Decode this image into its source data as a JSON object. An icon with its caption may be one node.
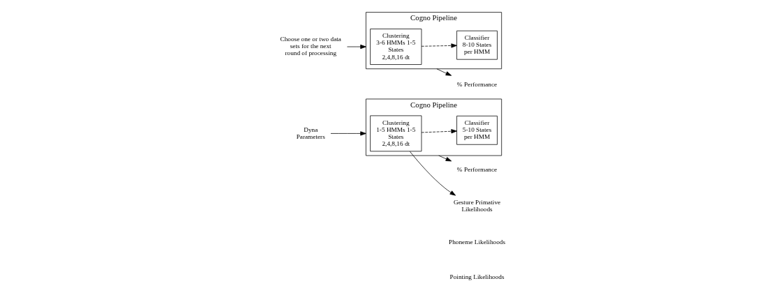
{
  "diagram": {
    "nodes": [
      {
        "text": [
          "Cogno Pipeline"
        ]
      },
      {
        "text": [
          "Clustering",
          "1-5 HMMs 1-5 States 2,4,8,16 dt"
        ],
        "in": 0
      },
      {
        "text": [
          "Classifier",
          "5-10 States per HMM"
        ],
        "in": 0
      },
      {
        "text": [
          "Dyna Parameters"
        ]
      },
      {
        "text": [
          "% Performance"
        ]
      },
      {
        "text": [
          "Gesture Primative Likelihoods"
        ]
      },
      {
        "text": [
          "Choose one or two data sets for the next round of processing"
        ]
      },
      {
        "text": [
          "Cogno Pipeline"
        ]
      },
      {
        "text": [
          "Clustering",
          "3-6 HMMs 1-5 States 2,4,8,16 dt"
        ],
        "in": 7
      },
      {
        "text": [
          "Classifier",
          "8-10 States per HMM"
        ],
        "in": 7
      },
      {
        "text": [
          "% Performance"
        ]
      }
    ],
    "edges": [
      {
        "from": 3,
        "to": 0,
        "arrow": "to"
      },
      {
        "from": 1,
        "to": 2,
        "arrow": "to",
        "style": "dashed"
      },
      {
        "from": 0,
        "to": 4,
        "arrow": "to"
      },
      {
        "from": 1,
        "to": 5,
        "arrow": "to"
      },
      {
        "from": 6,
        "to": 7,
        "arrow": "to"
      },
      {
        "from": 8,
        "to": 9,
        "arrow": "to",
        "style": "dashed"
      },
      {
        "from": 7,
        "to": 10,
        "arrow": "to"
      }
    ],
    "labels": [
      "Phoneme Likelihoods",
      "Pointing Likelihoods"
    ]
  }
}
